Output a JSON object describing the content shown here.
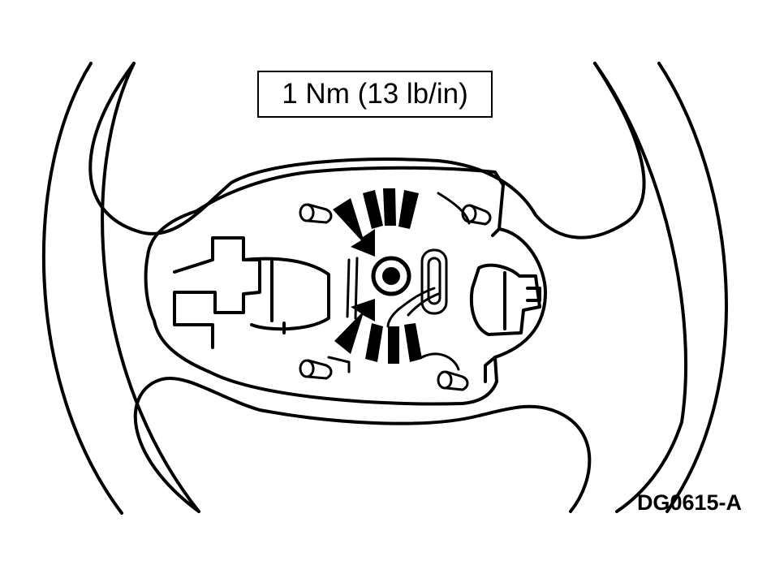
{
  "torque_spec": "1 Nm (13 lb/in)",
  "figure_id": "DG0615-A",
  "colors": {
    "ink": "#000000",
    "paper": "#ffffff"
  },
  "parts": [
    "steering-wheel-rim",
    "wheel-spokes",
    "hub-housing",
    "center-bolt",
    "tightening-arrows",
    "torque-ticks",
    "air-bag-mount-pins",
    "clock-spring-wire"
  ]
}
